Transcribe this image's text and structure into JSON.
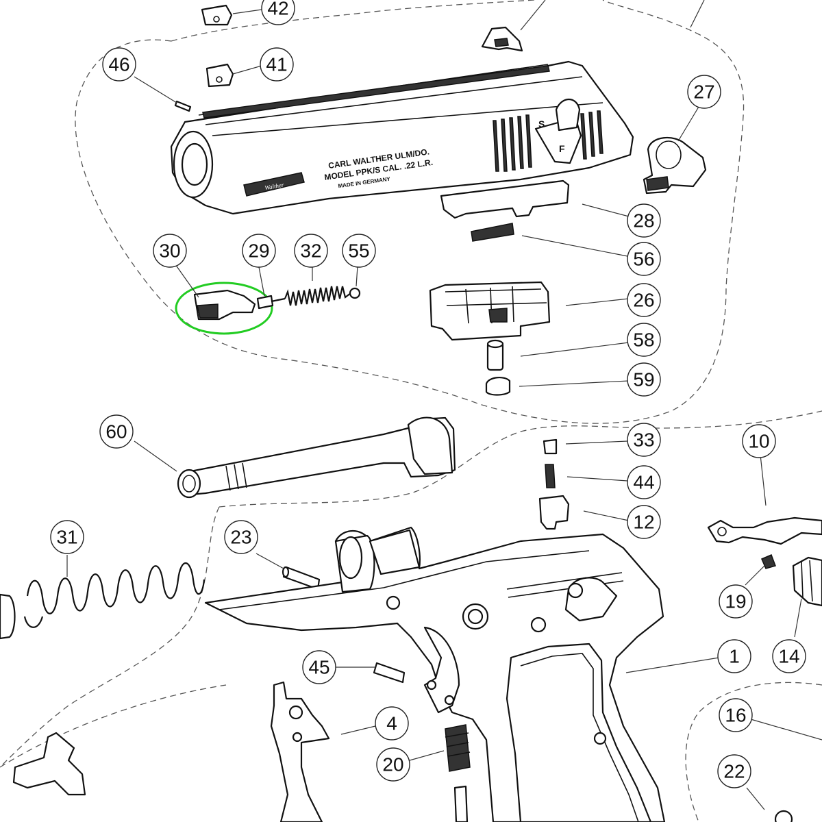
{
  "slide_engraving": {
    "line1": "CARL WALTHER ULM/DO.",
    "line2": "MODEL PPK/S CAL. .22 L.R.",
    "line3": "MADE IN GERMANY",
    "logo": "Walther",
    "safety_s": "S",
    "safety_f": "F"
  },
  "callouts": [
    {
      "id": "c42",
      "label": "42"
    },
    {
      "id": "c41",
      "label": "41"
    },
    {
      "id": "c46",
      "label": "46"
    },
    {
      "id": "c27",
      "label": "27"
    },
    {
      "id": "c28",
      "label": "28"
    },
    {
      "id": "c56",
      "label": "56"
    },
    {
      "id": "c30",
      "label": "30"
    },
    {
      "id": "c29",
      "label": "29"
    },
    {
      "id": "c32",
      "label": "32"
    },
    {
      "id": "c55",
      "label": "55"
    },
    {
      "id": "c26",
      "label": "26"
    },
    {
      "id": "c58",
      "label": "58"
    },
    {
      "id": "c59",
      "label": "59"
    },
    {
      "id": "c60",
      "label": "60"
    },
    {
      "id": "c33",
      "label": "33"
    },
    {
      "id": "c10",
      "label": "10"
    },
    {
      "id": "c44",
      "label": "44"
    },
    {
      "id": "c12",
      "label": "12"
    },
    {
      "id": "c31",
      "label": "31"
    },
    {
      "id": "c23",
      "label": "23"
    },
    {
      "id": "c19",
      "label": "19"
    },
    {
      "id": "c14",
      "label": "14"
    },
    {
      "id": "c1",
      "label": "1"
    },
    {
      "id": "c45",
      "label": "45"
    },
    {
      "id": "c16",
      "label": "16"
    },
    {
      "id": "c4",
      "label": "4"
    },
    {
      "id": "c20",
      "label": "20"
    },
    {
      "id": "c22",
      "label": "22"
    }
  ],
  "highlight_color": "#22cc22",
  "line_color": "#111111",
  "background_color": "#ffffff"
}
